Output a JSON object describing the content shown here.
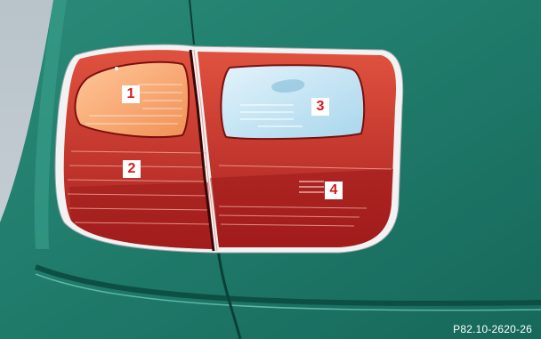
{
  "figure": {
    "code": "P82.10-2620-26",
    "colors": {
      "car_body": "#1f7a6a",
      "tail_lamp_red": "#c8302a",
      "turn_signal_amber": "#f4a26b",
      "reverse_lamp_blue": "#bfe3f2",
      "callout_text": "#d41a1a"
    }
  },
  "callouts": [
    {
      "label": "1"
    },
    {
      "label": "2"
    },
    {
      "label": "3"
    },
    {
      "label": "4"
    }
  ]
}
